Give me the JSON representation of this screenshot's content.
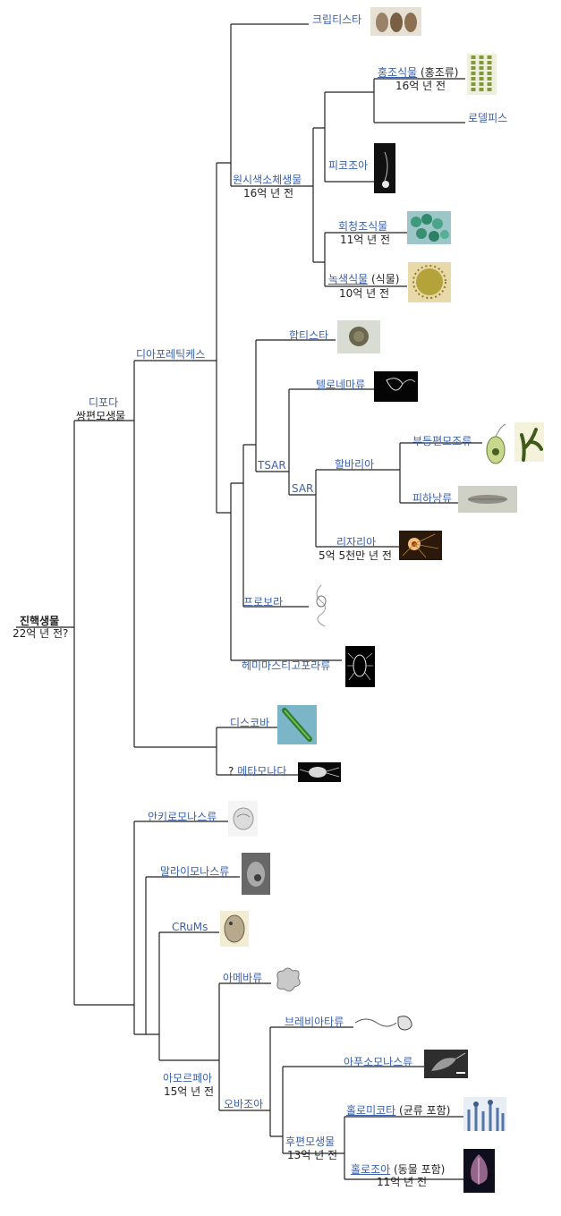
{
  "root": {
    "name": "진핵생물",
    "age": "22억 년 전?"
  },
  "diphoda": {
    "name": "디포다",
    "alt": "쌍편모생물"
  },
  "diaphoretickes": {
    "name": "디아포레틱케스"
  },
  "cryptista": {
    "name": "크립티스타"
  },
  "archaeplastida": {
    "name": "원시색소체생물",
    "age": "16억 년 전"
  },
  "rhodophyta": {
    "name": "홍조식물",
    "suffix": "(홍조류)",
    "age": "16억 년 전"
  },
  "rhodelphis": {
    "name": "로델피스"
  },
  "picozoa": {
    "name": "피코조아"
  },
  "glaucophyta": {
    "name": "회청조식물",
    "age": "11억 년 전"
  },
  "viridiplantae": {
    "name": "녹색식물",
    "suffix": "(식물)",
    "age": "10억 년 전"
  },
  "haptista": {
    "name": "합티스타"
  },
  "tsar": {
    "name": "TSAR"
  },
  "telonemia": {
    "name": "텔로네마류"
  },
  "sar": {
    "name": "SAR"
  },
  "halvaria": {
    "name": "할바리아"
  },
  "stramenopiles": {
    "name": "부등편모조류"
  },
  "alveolata": {
    "name": "피하낭류"
  },
  "rhizaria": {
    "name": "리자리아",
    "age": "5억 5천만 년 전"
  },
  "provora": {
    "name": "프로보라"
  },
  "hemimastigophora": {
    "name": "헤미마스티고포라류"
  },
  "discoba": {
    "name": "디스코바"
  },
  "metamonada": {
    "prefix": "?",
    "name": "메타모나다"
  },
  "ancyromonadida": {
    "name": "안키로모나스류"
  },
  "malawimonadida": {
    "name": "말라이모나스류"
  },
  "crums": {
    "name": "CRuMs"
  },
  "amorphea": {
    "name": "아모르페아",
    "age": "15억 년 전"
  },
  "amoebozoa": {
    "name": "아메바류"
  },
  "obazoa": {
    "name": "오바조아"
  },
  "breviatea": {
    "name": "브레비아타류"
  },
  "apusomonadida": {
    "name": "아푸소모나스류"
  },
  "opisthokonta": {
    "name": "후편모생물",
    "age": "13억 년 전"
  },
  "holomycota": {
    "name": "홀로미코타",
    "suffix": "(균류 포함)"
  },
  "holozoa": {
    "name": "홀로조아",
    "suffix": "(동물 포함)",
    "age": "11억 년 전"
  },
  "colors": {
    "line": "#222222",
    "link": "#3b62ab",
    "background": "#ffffff"
  }
}
